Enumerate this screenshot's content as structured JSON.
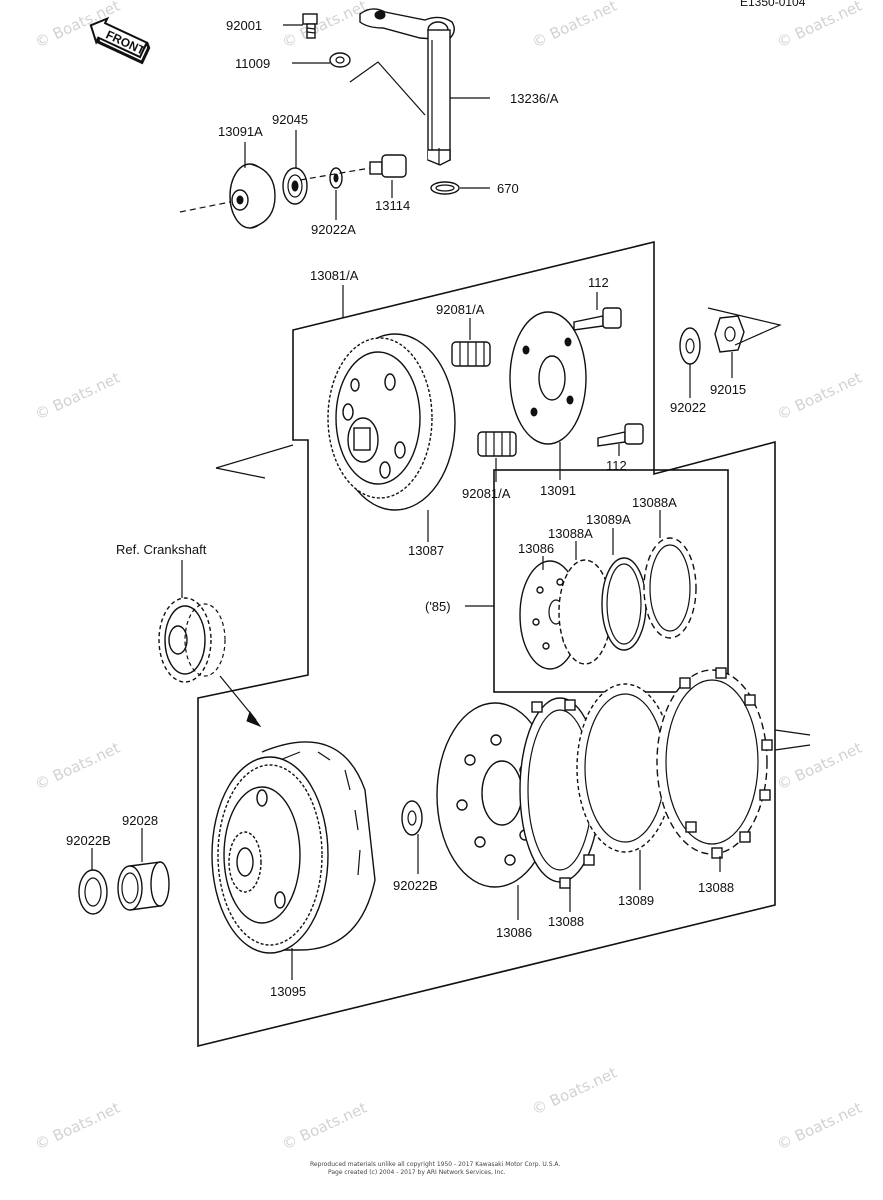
{
  "diagram": {
    "doc_code": "E1350-0104",
    "front_label": "FRONT",
    "watermark": "© Boats.net",
    "footer": [
      "Reproduced materials unlike all copyright 1950 - 2017 Kawasaki Motor Corp. U.S.A.",
      "Page created (c) 2004 - 2017 by ARI Network Services, Inc."
    ],
    "year_note": "('85)",
    "ref_crankshaft": "Ref. Crankshaft"
  },
  "labels": {
    "p92001": "92001",
    "p11009": "11009",
    "p13236A": "13236/A",
    "p92045": "92045",
    "p13091A": "13091A",
    "p13114": "13114",
    "p670": "670",
    "p92022A": "92022A",
    "p13081A": "13081/A",
    "p92081A_top": "92081/A",
    "p112_top": "112",
    "p92022": "92022",
    "p92015": "92015",
    "p13091": "13091",
    "p112_bot": "112",
    "p92081A_bot": "92081/A",
    "p13087": "13087",
    "p13088A_r": "13088A",
    "p13089A": "13089A",
    "p13088A_l": "13088A",
    "p13086_s": "13086",
    "p92028": "92028",
    "p92022B_l": "92022B",
    "p92022B_r": "92022B",
    "p13095": "13095",
    "p13086_b": "13086",
    "p13088_b": "13088",
    "p13089_b": "13089",
    "p13088_r": "13088"
  }
}
